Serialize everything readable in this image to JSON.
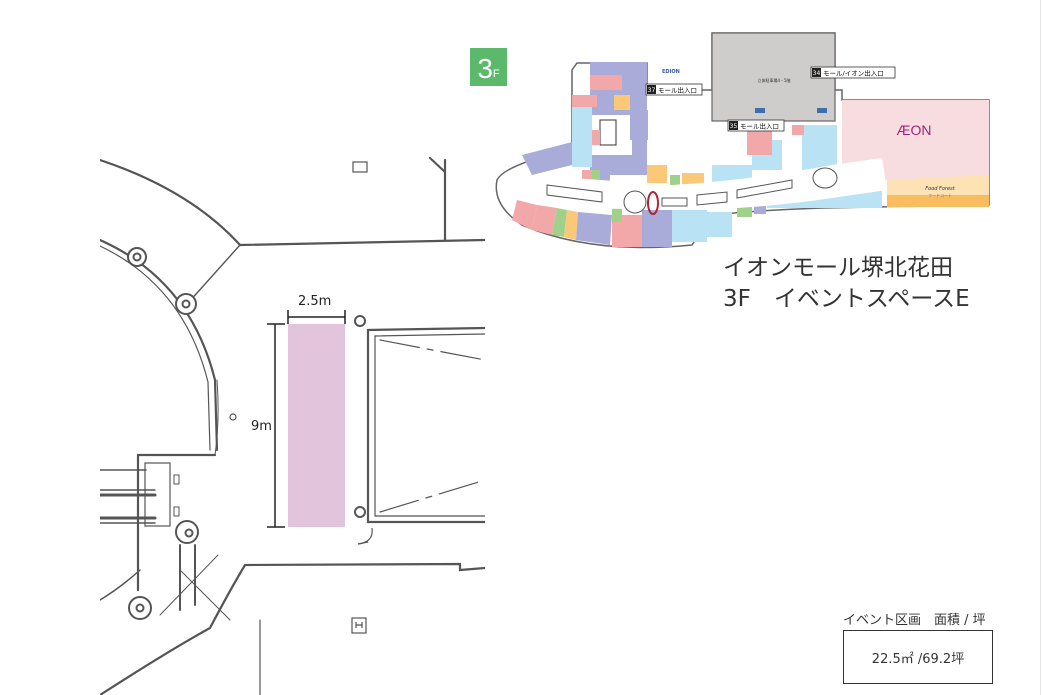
{
  "floor_badge": {
    "number": "3",
    "suffix": "F",
    "color": "#5cb96b"
  },
  "title": {
    "line1": "イオンモール堺北花田",
    "line2": "3F　イベントスペースE"
  },
  "floorplan": {
    "width_label": "2.5m",
    "height_label": "9m",
    "event_space_color": "#e2c4dd"
  },
  "minimap": {
    "labels": {
      "parking": "立体駐車場4・5階",
      "entrance_37_num": "37",
      "entrance_37": "モール出入口",
      "entrance_34_num": "34",
      "entrance_34": "モール/イオン出入口",
      "entrance_35_num": "35",
      "entrance_35": "モール出入口",
      "edion": "EDION",
      "aeon": "ÆON",
      "food_forest": "Food Forest",
      "food_court": "フードコート"
    },
    "highlight_color": "#b5222f",
    "colors": {
      "purple": "#a9acd9",
      "pink": "#f2a7a8",
      "light_blue": "#b9e2f5",
      "orange": "#fbc877",
      "green": "#9fd18b",
      "gray_parking": "#cfcdcc",
      "aeon_pink": "#f8dde0",
      "food_court": "#fde2b6",
      "food_court_strip": "#f9bd5f"
    }
  },
  "area": {
    "label": "イベント区画　面積 / 坪",
    "value": "22.5㎡ /69.2坪"
  }
}
